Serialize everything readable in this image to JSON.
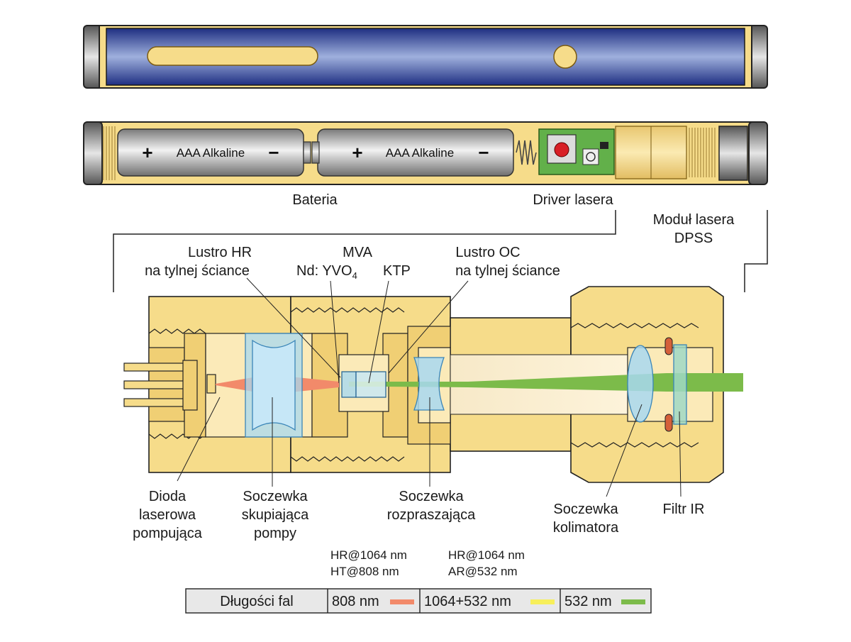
{
  "colors": {
    "housing": "#f6dc8a",
    "housing_dark": "#c9a24a",
    "tube_blue": "#2a3f96",
    "lens": "#a8d8f0",
    "beam_808": "#f28a6a",
    "beam_1064_532": "#f7ef5a",
    "beam_532": "#7cbb4a",
    "pcb": "#62b04a",
    "battery": "#bdbdbd",
    "spring_ring": "#d5603a"
  },
  "battery": {
    "cell1": {
      "plus": "+",
      "label": "AAA  Alkaline",
      "minus": "−"
    },
    "cell2": {
      "plus": "+",
      "label": "AAA  Alkaline",
      "minus": "−"
    },
    "section_label": "Bateria"
  },
  "labels": {
    "driver": "Driver lasera",
    "module_line1": "Moduł lasera",
    "module_line2": "DPSS",
    "lustro_hr_1": "Lustro HR",
    "lustro_hr_2": "na tylnej ściance",
    "mva": "MVA",
    "ndyvo_prefix": "Nd: YVO",
    "ndyvo_sub": "4",
    "ktp": "KTP",
    "lustro_oc_1": "Lustro OC",
    "lustro_oc_2": "na tylnej ściance",
    "dioda_1": "Dioda",
    "dioda_2": "laserowa",
    "dioda_3": "pompująca",
    "skup_1": "Soczewka",
    "skup_2": "skupiająca",
    "skup_3": "pompy",
    "rozp_1": "Soczewka",
    "rozp_2": "rozpraszająca",
    "koli_1": "Soczewka",
    "koli_2": "kolimatora",
    "filtr": "Filtr IR",
    "hr_spec_1": "HR@1064 nm",
    "hr_spec_2": "HT@808 nm",
    "oc_spec_1": "HR@1064 nm",
    "oc_spec_2": "AR@532 nm"
  },
  "legend": {
    "title": "Długości fal",
    "items": [
      {
        "label": "808 nm",
        "color": "#f28a6a"
      },
      {
        "label": "1064+532 nm",
        "color": "#f7ef5a"
      },
      {
        "label": "532 nm",
        "color": "#7cbb4a"
      }
    ]
  }
}
